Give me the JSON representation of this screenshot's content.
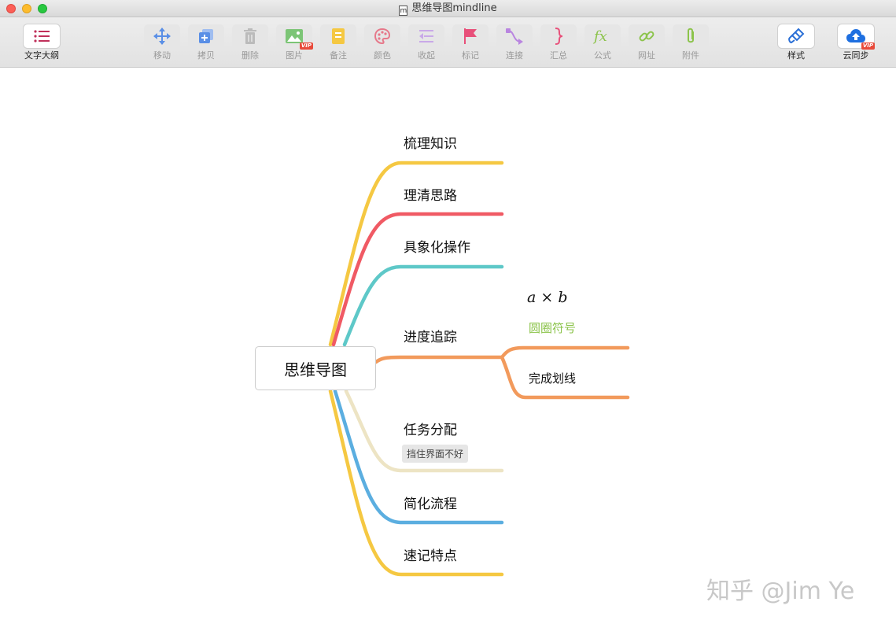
{
  "window": {
    "title": "思维导图mindline",
    "doc_icon": "m"
  },
  "toolbar": {
    "outline": "文字大纲",
    "move": "移动",
    "copy": "拷贝",
    "delete": "删除",
    "image": "图片",
    "note": "备注",
    "color": "颜色",
    "collapse": "收起",
    "mark": "标记",
    "connect": "连接",
    "summary": "汇总",
    "formula": "公式",
    "url": "网址",
    "attachment": "附件",
    "style": "样式",
    "cloud_sync": "云同步",
    "vip_badge": "VIP"
  },
  "mindmap": {
    "root": "思维导图",
    "branches": [
      {
        "label": "梳理知识",
        "color": "#f5c842"
      },
      {
        "label": "理清思路",
        "color": "#f05a64"
      },
      {
        "label": "具象化操作",
        "color": "#5ec8c8"
      },
      {
        "label": "进度追踪",
        "color": "#f29a5c"
      },
      {
        "label": "任务分配",
        "color": "#ede4c4",
        "note": "挡住界面不好"
      },
      {
        "label": "简化流程",
        "color": "#5baee0"
      },
      {
        "label": "速记特点",
        "color": "#f5c842"
      }
    ],
    "subnodes": {
      "formula": "a × b",
      "circle_symbol": "圆圈符号",
      "strikethrough": "完成划线"
    }
  },
  "watermark": "知乎 @Jim Ye",
  "icons": {
    "outline": "list-icon",
    "move": "move-arrows-icon",
    "copy": "copy-icon",
    "delete": "trash-icon",
    "image": "image-icon",
    "note": "note-icon",
    "color": "palette-icon",
    "collapse": "collapse-icon",
    "mark": "flag-icon",
    "connect": "connect-icon",
    "summary": "brace-icon",
    "formula": "fx-icon",
    "url": "link-icon",
    "attachment": "paperclip-icon",
    "style": "brush-icon",
    "cloud_sync": "cloud-upload-icon"
  },
  "colors": {
    "outline_icon": "#c0305a",
    "toolbar_icon_blue": "#5a8fe6",
    "style_icon": "#2a6fd6",
    "cloud_icon": "#1e6fe0"
  }
}
